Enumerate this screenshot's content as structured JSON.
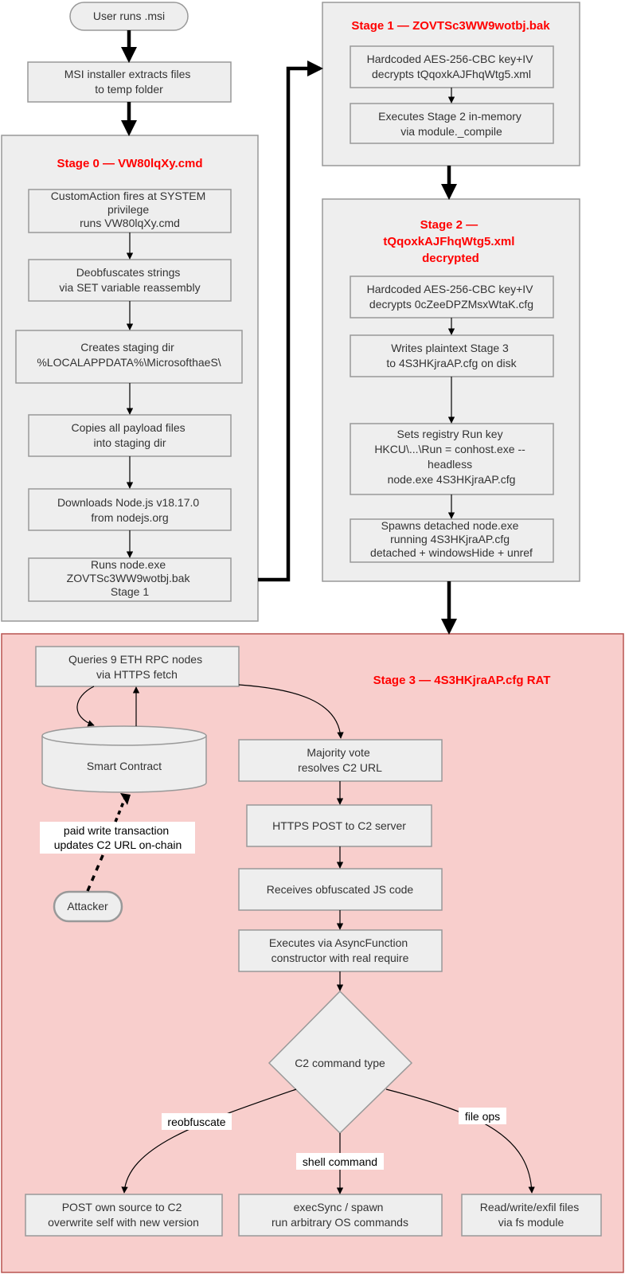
{
  "colors": {
    "box_fill": "#eeeeee",
    "box_stroke": "#999999",
    "stage_fill": "#eeeeee",
    "stage_stroke": "#999999",
    "stage3_fill": "#f8cecc",
    "stage3_stroke": "#b85450",
    "stage_title": "#ff0000",
    "arrow": "#000000"
  },
  "start": {
    "label": "User runs .msi"
  },
  "msi": {
    "lines": [
      "MSI installer extracts files",
      "to temp folder"
    ]
  },
  "stage0": {
    "title": "Stage 0 — VW80lqXy.cmd",
    "steps": [
      [
        "CustomAction fires at SYSTEM",
        "privilege",
        "runs VW80lqXy.cmd"
      ],
      [
        "Deobfuscates strings",
        "via SET variable reassembly"
      ],
      [
        "Creates staging dir",
        "%LOCALAPPDATA%\\MicrosofthaeS\\"
      ],
      [
        "Copies all payload files",
        "into staging dir"
      ],
      [
        "Downloads Node.js v18.17.0",
        "from nodejs.org"
      ],
      [
        "Runs node.exe",
        "ZOVTSc3WW9wotbj.bak",
        "Stage 1"
      ]
    ]
  },
  "stage1": {
    "title": "Stage 1 — ZOVTSc3WW9wotbj.bak",
    "steps": [
      [
        "Hardcoded AES-256-CBC key+IV",
        "decrypts tQqoxkAJFhqWtg5.xml"
      ],
      [
        "Executes Stage 2 in-memory",
        "via module._compile"
      ]
    ]
  },
  "stage2": {
    "title_lines": [
      "Stage 2 —",
      "tQqoxkAJFhqWtg5.xml",
      "decrypted"
    ],
    "steps": [
      [
        "Hardcoded AES-256-CBC key+IV",
        "decrypts 0cZeeDPZMsxWtaK.cfg"
      ],
      [
        "Writes plaintext Stage 3",
        "to 4S3HKjraAP.cfg on disk"
      ],
      [
        "Sets registry Run key",
        "HKCU\\...\\Run = conhost.exe --",
        "headless",
        "node.exe 4S3HKjraAP.cfg"
      ],
      [
        "Spawns detached node.exe",
        "running 4S3HKjraAP.cfg",
        "detached + windowsHide + unref"
      ]
    ]
  },
  "stage3": {
    "title": "Stage 3 — 4S3HKjraAP.cfg RAT",
    "query": [
      "Queries 9 ETH RPC nodes",
      "via HTTPS fetch"
    ],
    "contract": "Smart Contract",
    "attacker": "Attacker",
    "write_label": [
      "paid write transaction",
      "updates C2 URL on-chain"
    ],
    "vote": [
      "Majority vote",
      "resolves C2 URL"
    ],
    "post": [
      "HTTPS POST to C2 server"
    ],
    "receive": [
      "Receives obfuscated JS code"
    ],
    "execute": [
      "Executes via AsyncFunction",
      "constructor with real require"
    ],
    "decision": "C2 command type",
    "branch_labels": {
      "reobfuscate": "reobfuscate",
      "shell": "shell command",
      "file": "file ops"
    },
    "outcomes": {
      "reobfuscate": [
        "POST own source to C2",
        "overwrite self with new version"
      ],
      "shell": [
        "execSync / spawn",
        "run arbitrary OS commands"
      ],
      "file": [
        "Read/write/exfil files",
        "via fs module"
      ]
    }
  }
}
